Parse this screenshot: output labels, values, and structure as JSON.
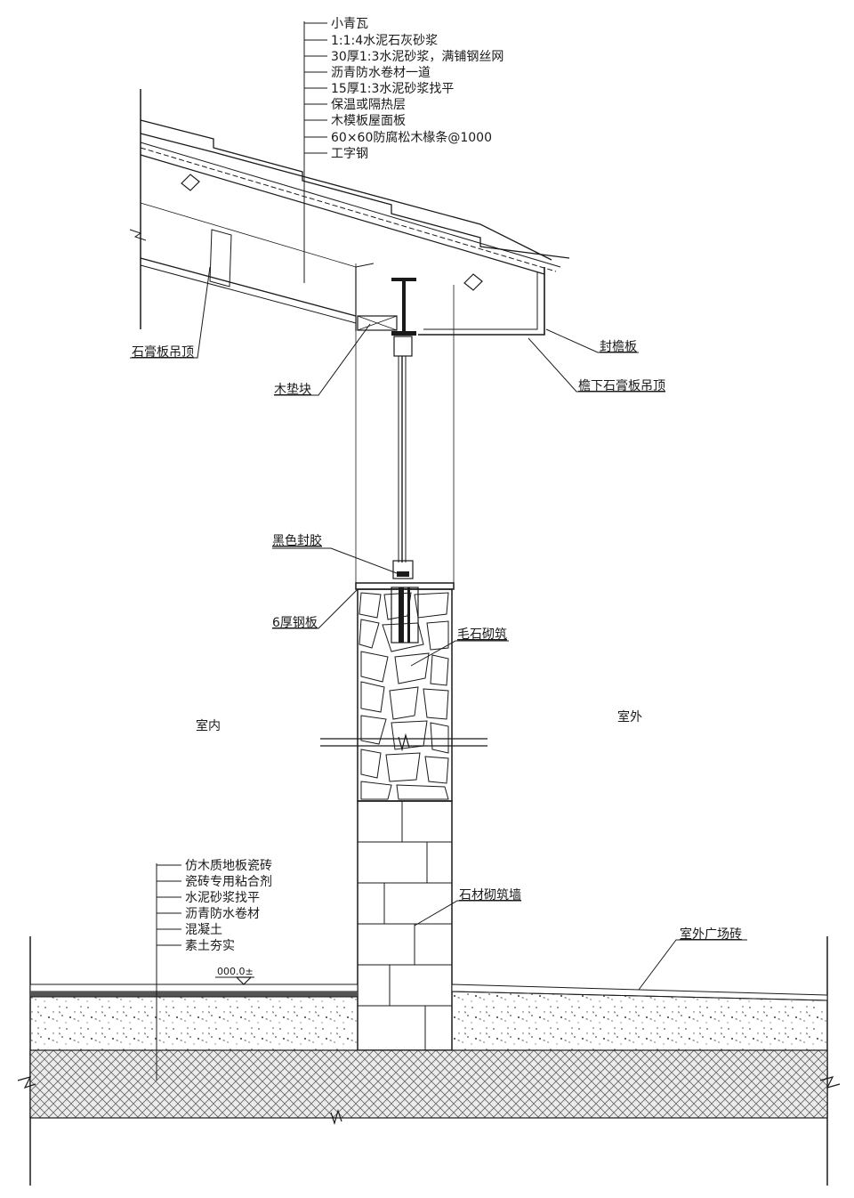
{
  "roof_layers": [
    "小青瓦",
    "1:1:4水泥石灰砂浆",
    "30厚1:3水泥砂浆，满铺钢丝网",
    "沥青防水卷材一道",
    "15厚1:3水泥砂浆找平",
    "保温或隔热层",
    "木模板屋面板",
    "60×60防腐松木椽条@1000",
    "工字钢"
  ],
  "floor_layers": [
    "仿木质地板瓷砖",
    "瓷砖专用粘合剂",
    "水泥砂浆找平",
    "沥青防水卷材",
    "混凝土",
    "素土夯实"
  ],
  "callouts": {
    "gypsum_ceiling": "石膏板吊顶",
    "eave_board": "封檐板",
    "eave_ceiling": "檐下石膏板吊顶",
    "wood_block": "木垫块",
    "black_sealant": "黑色封胶",
    "steel_plate": "6厚钢板",
    "rubble_masonry": "毛石砌筑",
    "stone_wall": "石材砌筑墙",
    "plaza_brick": "室外广场砖"
  },
  "zones": {
    "interior": "室内",
    "exterior": "室外"
  },
  "elevation_mark": "000.0±"
}
